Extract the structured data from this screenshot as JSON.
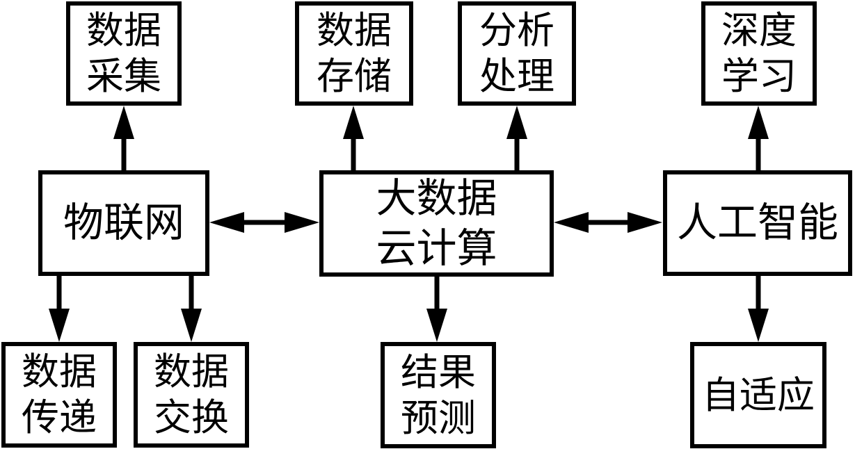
{
  "diagram": {
    "colors": {
      "line": "#000000",
      "background": "#ffffff"
    },
    "boxes": [
      {
        "name": "data-collection",
        "lines": [
          "数据",
          "采集"
        ]
      },
      {
        "name": "data-storage",
        "lines": [
          "数据",
          "存储"
        ]
      },
      {
        "name": "analysis-processing",
        "lines": [
          "分析",
          "处理"
        ]
      },
      {
        "name": "deep-learning",
        "lines": [
          "深度",
          "学习"
        ]
      },
      {
        "name": "iot",
        "lines": [
          "物联网"
        ]
      },
      {
        "name": "bigdata-cloud",
        "lines": [
          "大数据",
          "云计算"
        ]
      },
      {
        "name": "ai",
        "lines": [
          "人工智能"
        ]
      },
      {
        "name": "data-transfer",
        "lines": [
          "数据",
          "传递"
        ]
      },
      {
        "name": "data-exchange",
        "lines": [
          "数据",
          "交换"
        ]
      },
      {
        "name": "result-prediction",
        "lines": [
          "结果",
          "预测"
        ]
      },
      {
        "name": "adaptive",
        "lines": [
          "自适应"
        ]
      }
    ],
    "edges": [
      {
        "from": "iot",
        "to": "data-collection",
        "direction": "up"
      },
      {
        "from": "bigdata-cloud",
        "to": "data-storage",
        "direction": "up"
      },
      {
        "from": "bigdata-cloud",
        "to": "analysis-processing",
        "direction": "up"
      },
      {
        "from": "ai",
        "to": "deep-learning",
        "direction": "up"
      },
      {
        "from": "iot",
        "to": "data-transfer",
        "direction": "down"
      },
      {
        "from": "iot",
        "to": "data-exchange",
        "direction": "down"
      },
      {
        "from": "bigdata-cloud",
        "to": "result-prediction",
        "direction": "down"
      },
      {
        "from": "ai",
        "to": "adaptive",
        "direction": "down"
      },
      {
        "from": "iot",
        "to": "bigdata-cloud",
        "direction": "bidirectional"
      },
      {
        "from": "bigdata-cloud",
        "to": "ai",
        "direction": "bidirectional"
      }
    ]
  }
}
